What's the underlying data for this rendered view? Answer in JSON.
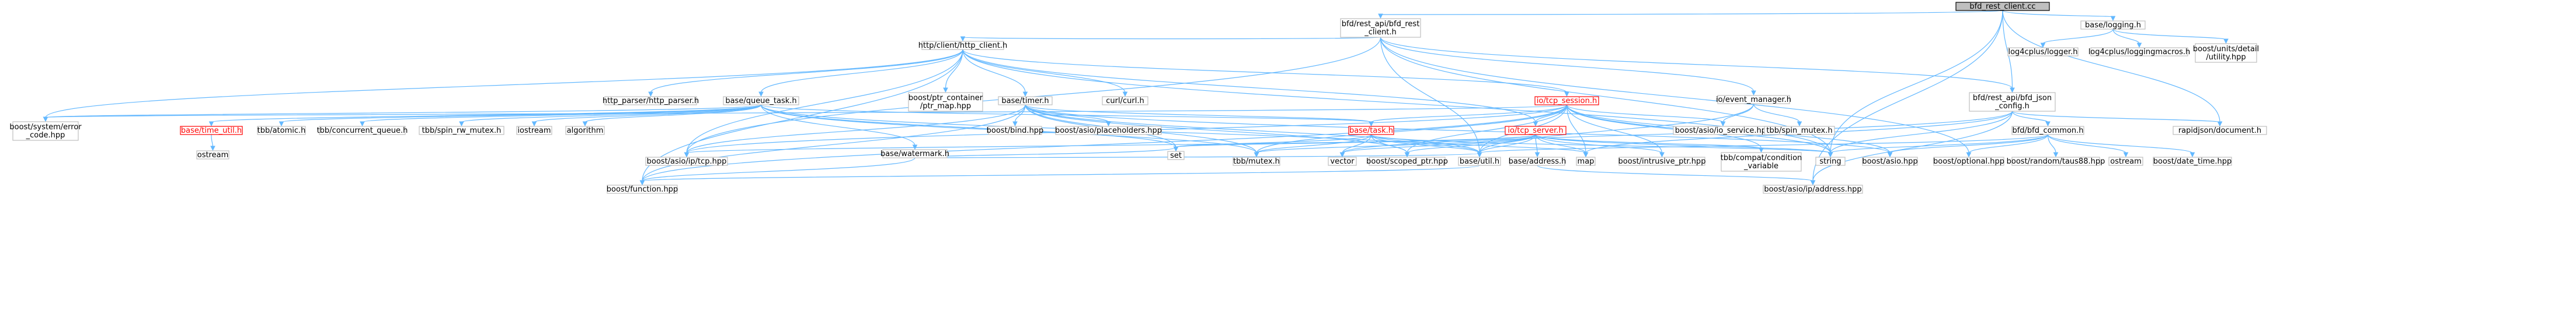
{
  "graph": {
    "colors": {
      "edge": "#63b8ff",
      "node_border": "#bfbfbf",
      "root_fill": "#bfbfbf",
      "missing_doc": "#ff0000"
    },
    "nodes": [
      {
        "id": "root",
        "lines": [
          "bfd_rest_client.cc"
        ],
        "style": "root"
      },
      {
        "id": "restapi",
        "lines": [
          "bfd/rest_api/bfd_rest",
          "_client.h"
        ]
      },
      {
        "id": "logging",
        "lines": [
          "base/logging.h"
        ]
      },
      {
        "id": "httpclient",
        "lines": [
          "http/client/http_client.h"
        ]
      },
      {
        "id": "log4logger",
        "lines": [
          "log4cplus/logger.h"
        ]
      },
      {
        "id": "log4macros",
        "lines": [
          "log4cplus/loggingmacros.h"
        ]
      },
      {
        "id": "boostunits",
        "lines": [
          "boost/units/detail",
          "/utility.hpp"
        ]
      },
      {
        "id": "eventmgr",
        "lines": [
          "io/event_manager.h"
        ]
      },
      {
        "id": "bfdjson",
        "lines": [
          "bfd/rest_api/bfd_json",
          "_config.h"
        ]
      },
      {
        "id": "httpparser",
        "lines": [
          "http_parser/http_parser.h"
        ]
      },
      {
        "id": "queuetask",
        "lines": [
          "base/queue_task.h"
        ]
      },
      {
        "id": "ptrcontainer",
        "lines": [
          "boost/ptr_container",
          "/ptr_map.hpp"
        ]
      },
      {
        "id": "timer",
        "lines": [
          "base/timer.h"
        ]
      },
      {
        "id": "curl",
        "lines": [
          "curl/curl.h"
        ]
      },
      {
        "id": "tcpsession",
        "lines": [
          "io/tcp_session.h"
        ],
        "style": "red"
      },
      {
        "id": "syserror",
        "lines": [
          "boost/system/error",
          "_code.hpp"
        ]
      },
      {
        "id": "timeutil",
        "lines": [
          "base/time_util.h"
        ],
        "style": "red"
      },
      {
        "id": "tbbatomic",
        "lines": [
          "tbb/atomic.h"
        ]
      },
      {
        "id": "tbbconcq",
        "lines": [
          "tbb/concurrent_queue.h"
        ]
      },
      {
        "id": "tbbspinrw",
        "lines": [
          "tbb/spin_rw_mutex.h"
        ]
      },
      {
        "id": "iostream",
        "lines": [
          "iostream"
        ]
      },
      {
        "id": "algorithm",
        "lines": [
          "algorithm"
        ]
      },
      {
        "id": "watermark",
        "lines": [
          "base/watermark.h"
        ]
      },
      {
        "id": "boostbind",
        "lines": [
          "boost/bind.hpp"
        ]
      },
      {
        "id": "placeholders",
        "lines": [
          "boost/asio/placeholders.hpp"
        ]
      },
      {
        "id": "task",
        "lines": [
          "base/task.h"
        ],
        "style": "red"
      },
      {
        "id": "tcpserver",
        "lines": [
          "io/tcp_server.h"
        ],
        "style": "red"
      },
      {
        "id": "ioservice",
        "lines": [
          "boost/asio/io_service.hpp"
        ]
      },
      {
        "id": "tbbspinmutex",
        "lines": [
          "tbb/spin_mutex.h"
        ]
      },
      {
        "id": "bfdcommon",
        "lines": [
          "bfd/bfd_common.h"
        ]
      },
      {
        "id": "rapidjson",
        "lines": [
          "rapidjson/document.h"
        ]
      },
      {
        "id": "ostream",
        "lines": [
          "ostream"
        ]
      },
      {
        "id": "ostream2",
        "lines": [
          "ostream"
        ]
      },
      {
        "id": "asiotcp",
        "lines": [
          "boost/asio/ip/tcp.hpp"
        ]
      },
      {
        "id": "set",
        "lines": [
          "set"
        ]
      },
      {
        "id": "tbbmutex",
        "lines": [
          "tbb/mutex.h"
        ]
      },
      {
        "id": "vector",
        "lines": [
          "vector"
        ]
      },
      {
        "id": "scopedptr",
        "lines": [
          "boost/scoped_ptr.hpp"
        ]
      },
      {
        "id": "util",
        "lines": [
          "base/util.h"
        ]
      },
      {
        "id": "address",
        "lines": [
          "base/address.h"
        ]
      },
      {
        "id": "map",
        "lines": [
          "map"
        ]
      },
      {
        "id": "intrusive",
        "lines": [
          "boost/intrusive_ptr.hpp"
        ]
      },
      {
        "id": "tbbcondvar",
        "lines": [
          "tbb/compat/condition",
          "_variable"
        ]
      },
      {
        "id": "string",
        "lines": [
          "string"
        ]
      },
      {
        "id": "asiohpp",
        "lines": [
          "boost/asio.hpp"
        ]
      },
      {
        "id": "optional",
        "lines": [
          "boost/optional.hpp"
        ]
      },
      {
        "id": "taus88",
        "lines": [
          "boost/random/taus88.hpp"
        ]
      },
      {
        "id": "datetime",
        "lines": [
          "boost/date_time.hpp"
        ]
      },
      {
        "id": "function",
        "lines": [
          "boost/function.hpp"
        ]
      },
      {
        "id": "ipaddress",
        "lines": [
          "boost/asio/ip/address.hpp"
        ]
      }
    ],
    "edges": [
      [
        "root",
        "restapi"
      ],
      [
        "root",
        "logging"
      ],
      [
        "root",
        "bfdjson"
      ],
      [
        "root",
        "string"
      ],
      [
        "root",
        "rapidjson"
      ],
      [
        "root",
        "ipaddress"
      ],
      [
        "restapi",
        "httpclient"
      ],
      [
        "restapi",
        "eventmgr"
      ],
      [
        "restapi",
        "bfdjson"
      ],
      [
        "restapi",
        "asiotcp"
      ],
      [
        "restapi",
        "util"
      ],
      [
        "restapi",
        "string"
      ],
      [
        "restapi",
        "optional"
      ],
      [
        "logging",
        "log4logger"
      ],
      [
        "logging",
        "log4macros"
      ],
      [
        "logging",
        "boostunits"
      ],
      [
        "httpclient",
        "httpparser"
      ],
      [
        "httpclient",
        "queuetask"
      ],
      [
        "httpclient",
        "ptrcontainer"
      ],
      [
        "httpclient",
        "timer"
      ],
      [
        "httpclient",
        "curl"
      ],
      [
        "httpclient",
        "tcpsession"
      ],
      [
        "httpclient",
        "syserror"
      ],
      [
        "httpclient",
        "tcpserver"
      ],
      [
        "httpclient",
        "asiotcp"
      ],
      [
        "httpclient",
        "function"
      ],
      [
        "httpclient",
        "string"
      ],
      [
        "eventmgr",
        "ioservice"
      ],
      [
        "eventmgr",
        "tbbspinmutex"
      ],
      [
        "eventmgr",
        "util"
      ],
      [
        "bfdjson",
        "bfdcommon"
      ],
      [
        "bfdjson",
        "rapidjson"
      ],
      [
        "bfdjson",
        "string"
      ],
      [
        "bfdjson",
        "ipaddress"
      ],
      [
        "bfdjson",
        "map"
      ],
      [
        "bfdjson",
        "vector"
      ],
      [
        "queuetask",
        "syserror"
      ],
      [
        "queuetask",
        "timeutil"
      ],
      [
        "queuetask",
        "tbbatomic"
      ],
      [
        "queuetask",
        "tbbconcq"
      ],
      [
        "queuetask",
        "tbbspinrw"
      ],
      [
        "queuetask",
        "iostream"
      ],
      [
        "queuetask",
        "algorithm"
      ],
      [
        "queuetask",
        "watermark"
      ],
      [
        "queuetask",
        "task"
      ],
      [
        "queuetask",
        "set"
      ],
      [
        "queuetask",
        "tbbmutex"
      ],
      [
        "queuetask",
        "util"
      ],
      [
        "timer",
        "boostbind"
      ],
      [
        "timer",
        "placeholders"
      ],
      [
        "timer",
        "task"
      ],
      [
        "timer",
        "asiotcp"
      ],
      [
        "timer",
        "scopedptr"
      ],
      [
        "timer",
        "tbbmutex"
      ],
      [
        "timer",
        "function"
      ],
      [
        "timer",
        "util"
      ],
      [
        "timer",
        "set"
      ],
      [
        "timer",
        "asiohpp"
      ],
      [
        "tcpsession",
        "ioservice"
      ],
      [
        "tcpsession",
        "task"
      ],
      [
        "tcpsession",
        "tcpserver"
      ],
      [
        "tcpsession",
        "scopedptr"
      ],
      [
        "tcpsession",
        "intrusive"
      ],
      [
        "tcpsession",
        "tbbmutex"
      ],
      [
        "tcpsession",
        "tbbcondvar"
      ],
      [
        "tcpsession",
        "util"
      ],
      [
        "tcpsession",
        "map"
      ],
      [
        "tcpsession",
        "asiotcp"
      ],
      [
        "tcpsession",
        "string"
      ],
      [
        "tcpsession",
        "syserror"
      ],
      [
        "tcpsession",
        "function"
      ],
      [
        "tcpsession",
        "asiohpp"
      ],
      [
        "timeutil",
        "ostream"
      ],
      [
        "watermark",
        "set"
      ],
      [
        "watermark",
        "function"
      ],
      [
        "watermark",
        "util"
      ],
      [
        "task",
        "tbbmutex"
      ],
      [
        "task",
        "vector"
      ],
      [
        "task",
        "scopedptr"
      ],
      [
        "task",
        "util"
      ],
      [
        "task",
        "map"
      ],
      [
        "task",
        "set"
      ],
      [
        "task",
        "string"
      ],
      [
        "tcpserver",
        "address"
      ],
      [
        "tcpserver",
        "map"
      ],
      [
        "tcpserver",
        "intrusive"
      ],
      [
        "tcpserver",
        "tbbcondvar"
      ],
      [
        "tcpserver",
        "scopedptr"
      ],
      [
        "tcpserver",
        "vector"
      ],
      [
        "tcpserver",
        "set"
      ],
      [
        "tcpserver",
        "asiotcp"
      ],
      [
        "tcpserver",
        "tbbmutex"
      ],
      [
        "tcpserver",
        "util"
      ],
      [
        "tcpserver",
        "string"
      ],
      [
        "bfdcommon",
        "asiohpp"
      ],
      [
        "bfdcommon",
        "optional"
      ],
      [
        "bfdcommon",
        "taus88"
      ],
      [
        "bfdcommon",
        "ostream2"
      ],
      [
        "bfdcommon",
        "datetime"
      ],
      [
        "bfdcommon",
        "string"
      ],
      [
        "bfdcommon",
        "util"
      ],
      [
        "address",
        "ipaddress"
      ],
      [
        "util",
        "function"
      ]
    ]
  }
}
